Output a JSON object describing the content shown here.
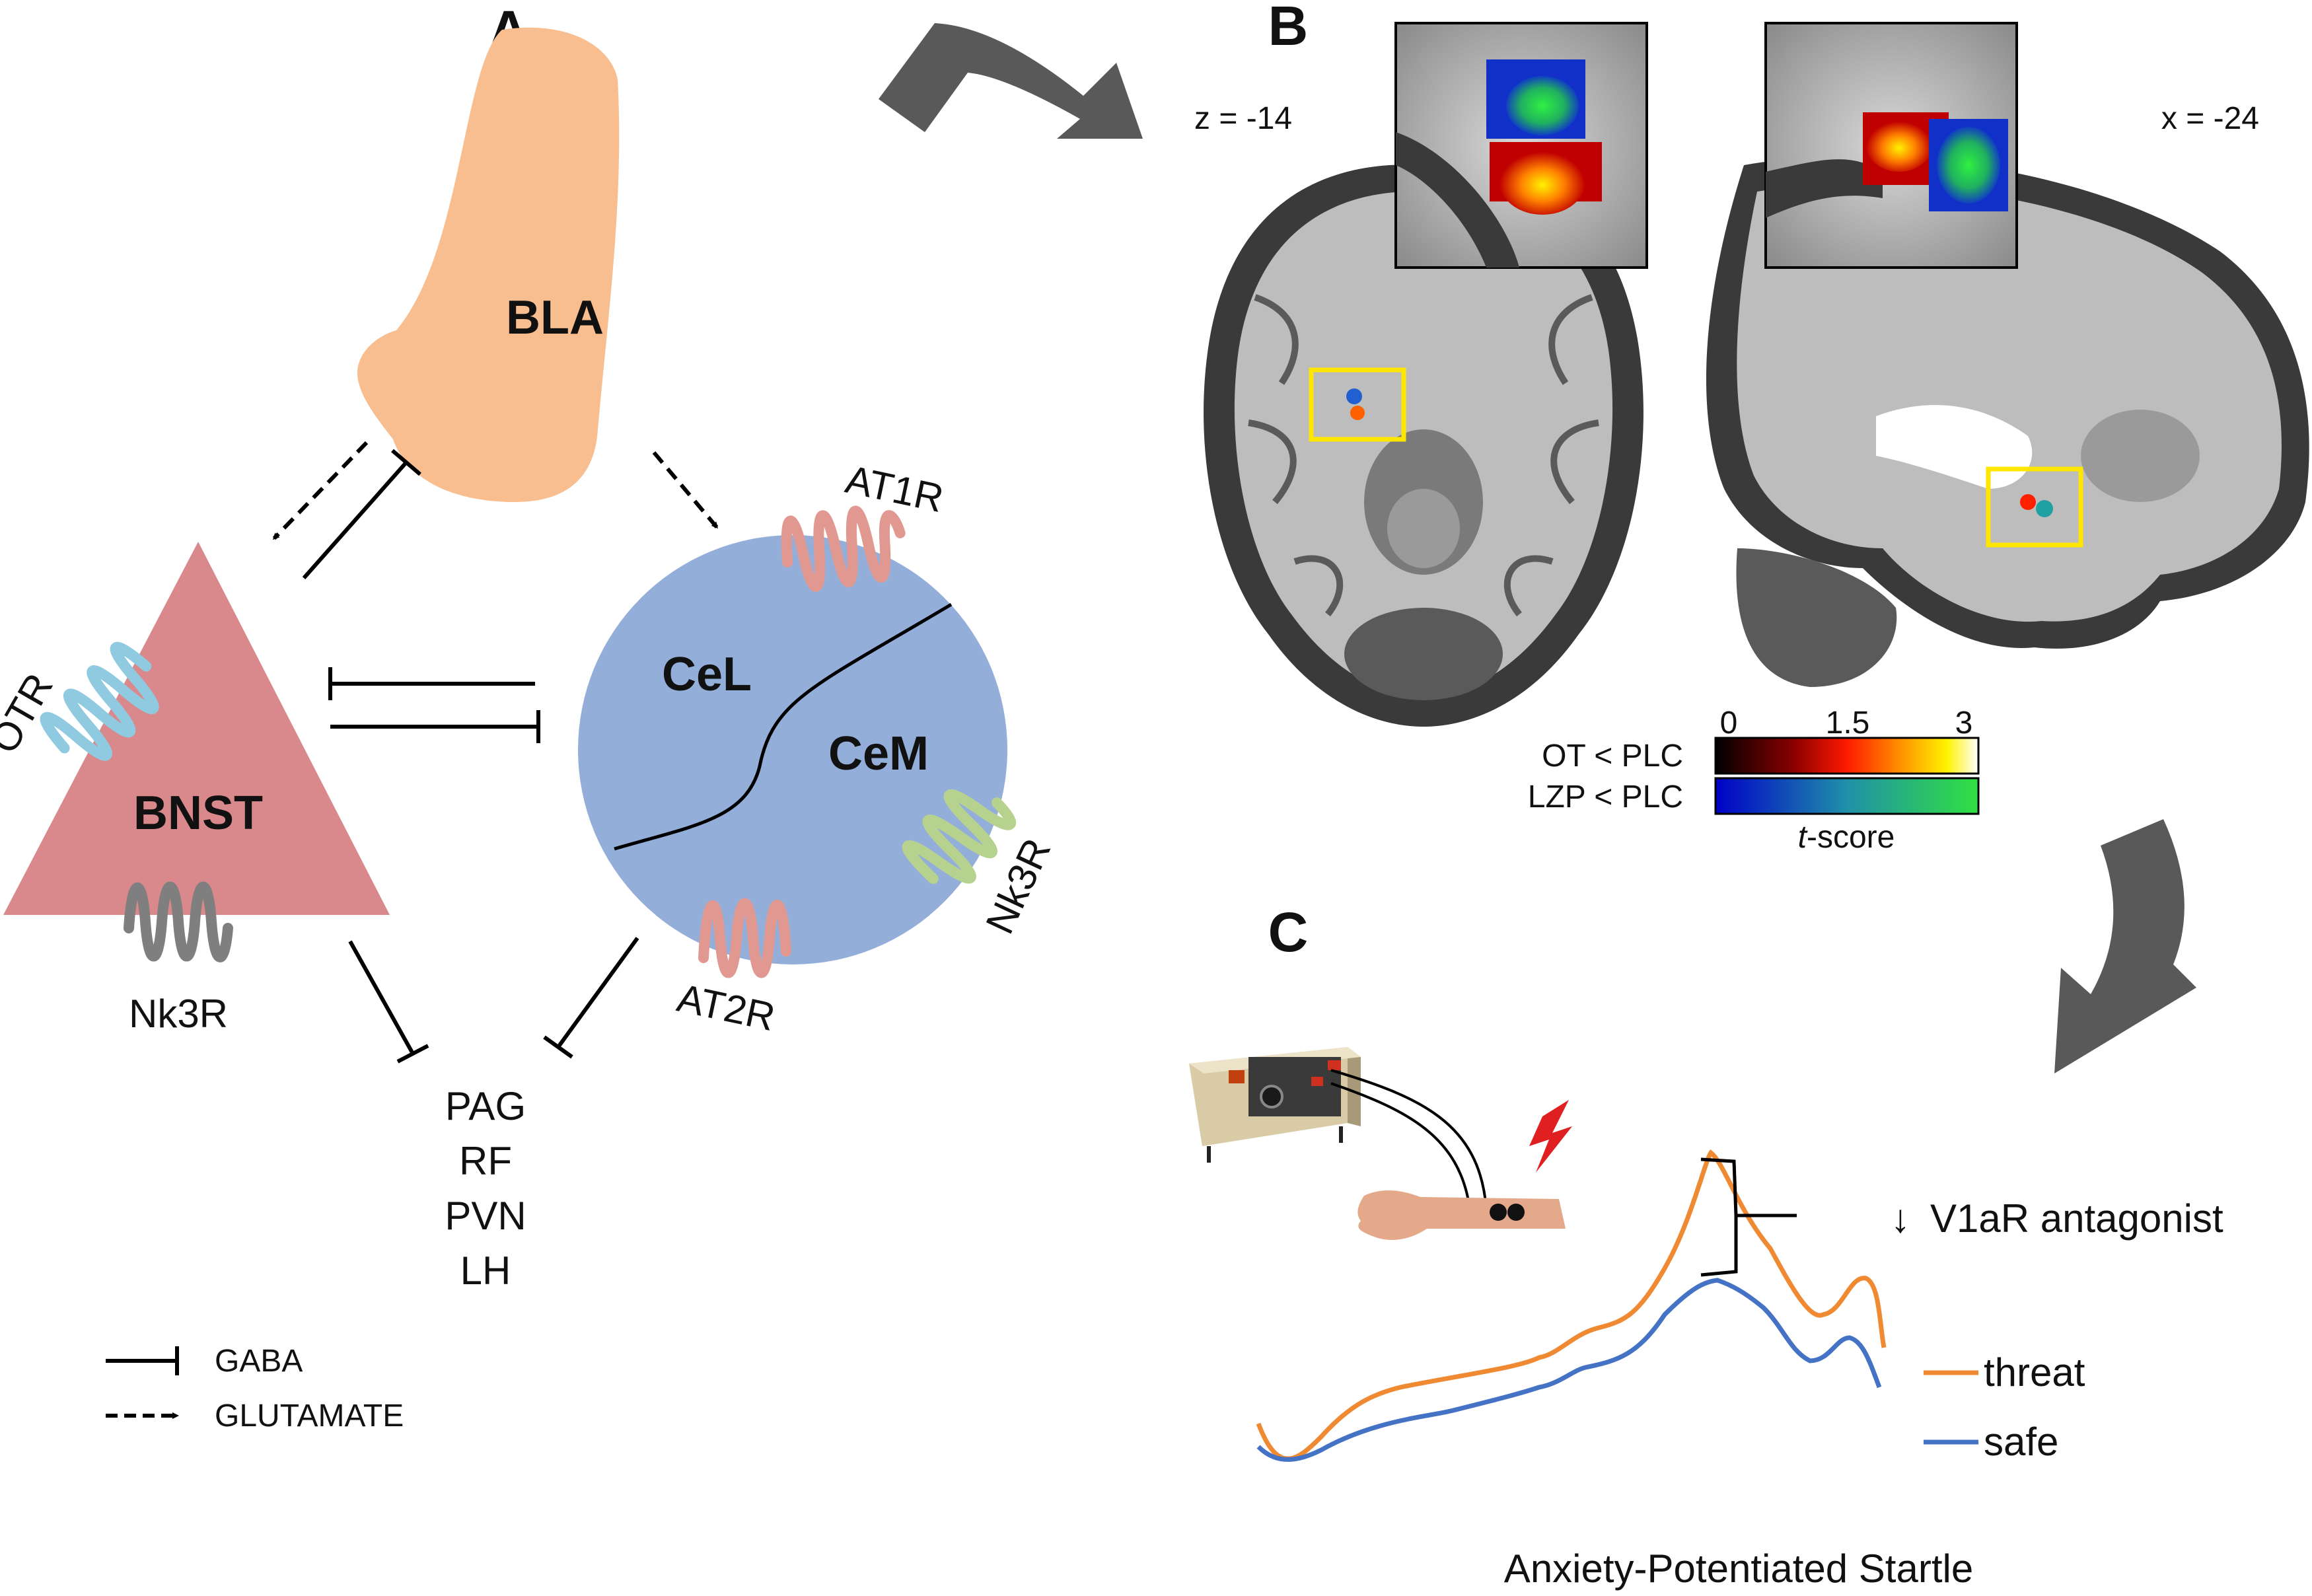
{
  "panels": {
    "a": "A",
    "b": "B",
    "c": "C"
  },
  "circuit": {
    "bla": "BLA",
    "bnst": "BNST",
    "cel": "CeL",
    "cem": "CeM",
    "receptors": {
      "at1r": "AT1R",
      "at2r": "AT2R",
      "otr": "OTR",
      "nk3r_bnst": "Nk3R",
      "nk3r_cem": "Nk3R"
    },
    "outputs": [
      "PAG",
      "RF",
      "PVN",
      "LH"
    ],
    "legend": {
      "gaba": "GABA",
      "glutamate": "GLUTAMATE"
    },
    "colors": {
      "bla": "#F8BE90",
      "bnst": "#D9898C",
      "amygdala": "#94AEDA",
      "otr": "#8FCAE0",
      "nk3r_bnst": "#7F7F7F",
      "at": "#E09890",
      "nk3r_cem": "#B6D28E",
      "arrow": "#595959"
    }
  },
  "brain": {
    "axial_coord": "z = -14",
    "sagittal_coord": "x = -24",
    "colorbar": {
      "ticks": [
        "0",
        "1.5",
        "3"
      ],
      "row1_label": "OT < PLC",
      "row2_label": "LZP < PLC",
      "axis_label_italic": "t",
      "axis_label_rest": "-score"
    }
  },
  "startle": {
    "annotation_arrow": "↓",
    "annotation": "V1aR antagonist",
    "legend_threat": "threat",
    "legend_safe": "safe",
    "title": "Anxiety-Potentiated Startle",
    "colors": {
      "threat": "#F08A32",
      "safe": "#4472C4"
    }
  }
}
